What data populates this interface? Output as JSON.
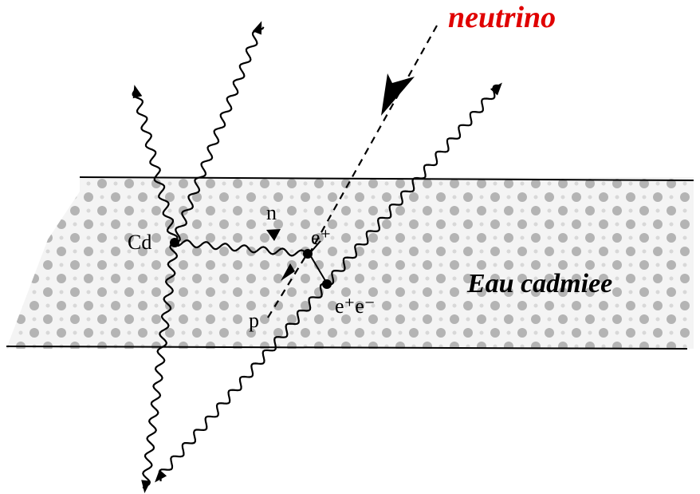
{
  "labels": {
    "neutrino": "neutrino",
    "medium": "Eau cadmiee",
    "cd": "Cd",
    "n": "n",
    "p": "p",
    "e_plus": "e⁺",
    "e_plus_e_minus": "e⁺e⁻"
  },
  "colors": {
    "neutrino_label": "#e00000",
    "band_light": "#f2f2f2",
    "band_dot": "#a8a8a8",
    "ink": "#000000"
  },
  "icons": {
    "neutrino_arrow": "arrowhead",
    "photon": "wavy-line"
  }
}
